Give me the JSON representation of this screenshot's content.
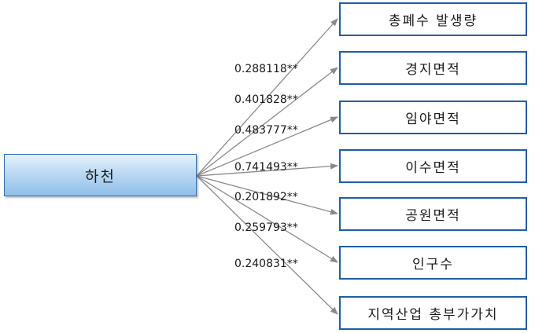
{
  "source": {
    "label": "하천"
  },
  "targets": [
    {
      "label": "총폐수 발생량",
      "coefficient": "0.288118**"
    },
    {
      "label": "경지면적",
      "coefficient": "0.401828**"
    },
    {
      "label": "임야면적",
      "coefficient": "0.483777**"
    },
    {
      "label": "이수면적",
      "coefficient": "0.741493**"
    },
    {
      "label": "공원면적",
      "coefficient": "0.201892**"
    },
    {
      "label": "인구수",
      "coefficient": "0.259793**"
    },
    {
      "label": "지역산업 총부가가치",
      "coefficient": "0.240831**"
    }
  ],
  "colors": {
    "box_border": "#1f5ea8",
    "arrow": "#8a8a8a"
  }
}
